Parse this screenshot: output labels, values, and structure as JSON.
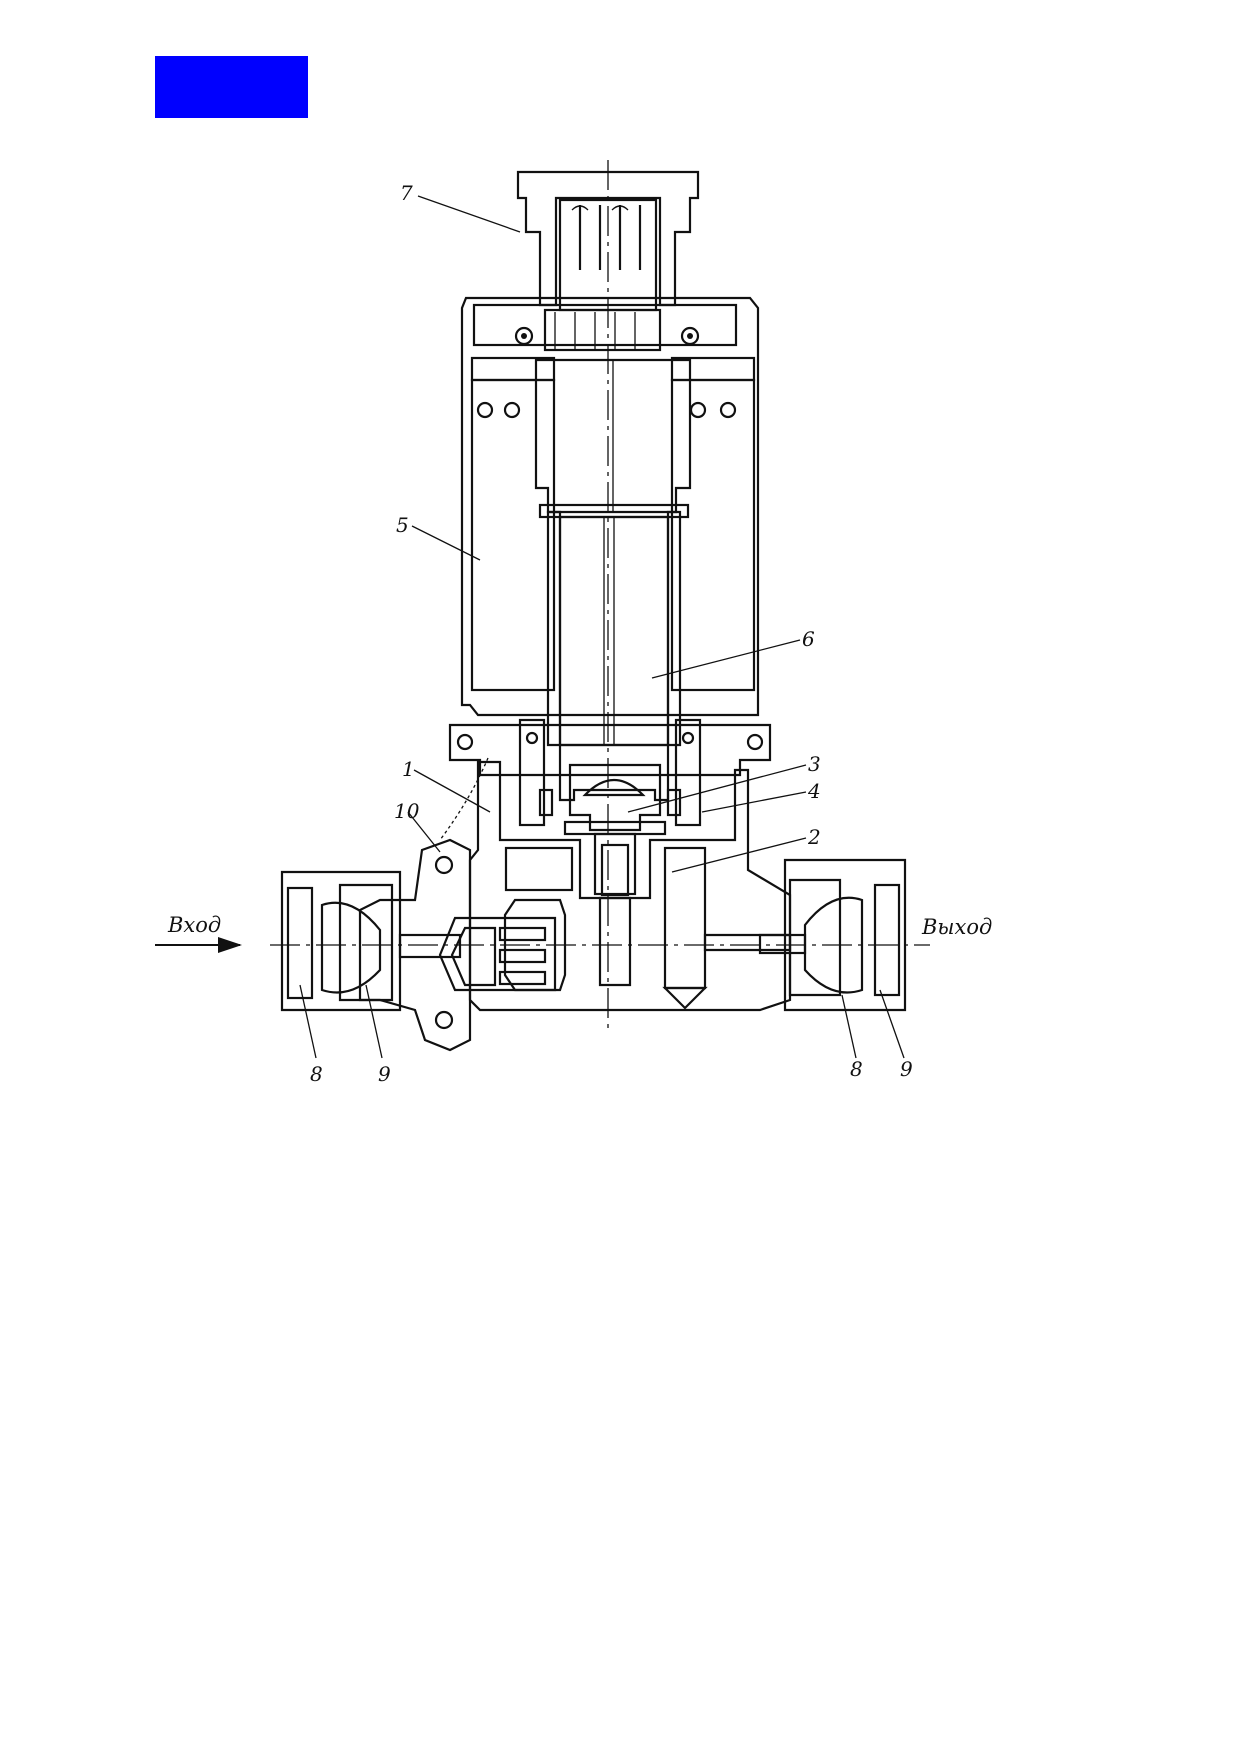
{
  "colors": {
    "block": "#0000ff",
    "ink": "#111111",
    "paper": "#ffffff"
  },
  "labels": {
    "l1": "1",
    "l2": "2",
    "l3": "3",
    "l4": "4",
    "l5": "5",
    "l6": "6",
    "l7": "7",
    "l8a": "8",
    "l8b": "8",
    "l9a": "9",
    "l9b": "9",
    "l10": "10"
  },
  "flow": {
    "inlet": "Вход",
    "outlet": "Выход"
  }
}
